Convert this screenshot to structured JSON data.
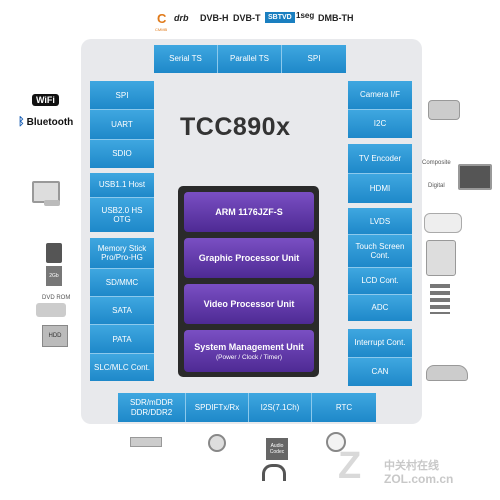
{
  "logos": {
    "dmbth": "DMB-TH",
    "dvbh": "DVB-H",
    "dvbt": "DVB-T",
    "sbtvd": "SBTVD",
    "oneseg": "1seg",
    "drb": "drb",
    "cmmb": "CMMB",
    "wifi": "WiFi",
    "bluetooth": "Bluetooth"
  },
  "chip": {
    "title": "TCC890x",
    "core_blocks": [
      {
        "label": "ARM 1176JZF-S",
        "sub": ""
      },
      {
        "label": "Graphic Processor Unit",
        "sub": ""
      },
      {
        "label": "Video Processor Unit",
        "sub": ""
      },
      {
        "label": "System Management Unit",
        "sub": "(Power / Clock / Timer)"
      }
    ],
    "top_row": [
      "Serial TS",
      "Parallel TS",
      "SPI"
    ],
    "left_groups": [
      [
        "SPI",
        "UART",
        "SDIO"
      ],
      [
        "USB1.1 Host",
        "USB2.0 HS OTG"
      ],
      [
        "Memory Stick Pro/Pro-HG",
        "SD/MMC",
        "SATA",
        "PATA",
        "SLC/MLC Cont."
      ]
    ],
    "right_groups": [
      [
        "Camera I/F",
        "I2C"
      ],
      [
        "TV Encoder",
        "HDMI"
      ],
      [
        "LVDS",
        "Touch Screen Cont.",
        "LCD Cont.",
        "ADC"
      ],
      [
        "Interrupt Cont.",
        "CAN"
      ]
    ],
    "bottom_row": [
      "SDR/mDDR DDR/DDR2",
      "SPDIFTx/Rx",
      "I2S(7.1Ch)",
      "RTC"
    ]
  },
  "peripherals": {
    "composite": "Composite",
    "digital": "Digital",
    "dvd_rom": "DVD ROM",
    "hdd": "HDD",
    "audio_codec": "Audio Codec",
    "sd_card": "2Gb"
  },
  "watermark": {
    "cn": "中关村在线",
    "url": "ZOL.com.cn"
  },
  "colors": {
    "blue": "#2f9ad6",
    "purple": "#5a34a3",
    "chip_bg": "#e8e9ec"
  }
}
